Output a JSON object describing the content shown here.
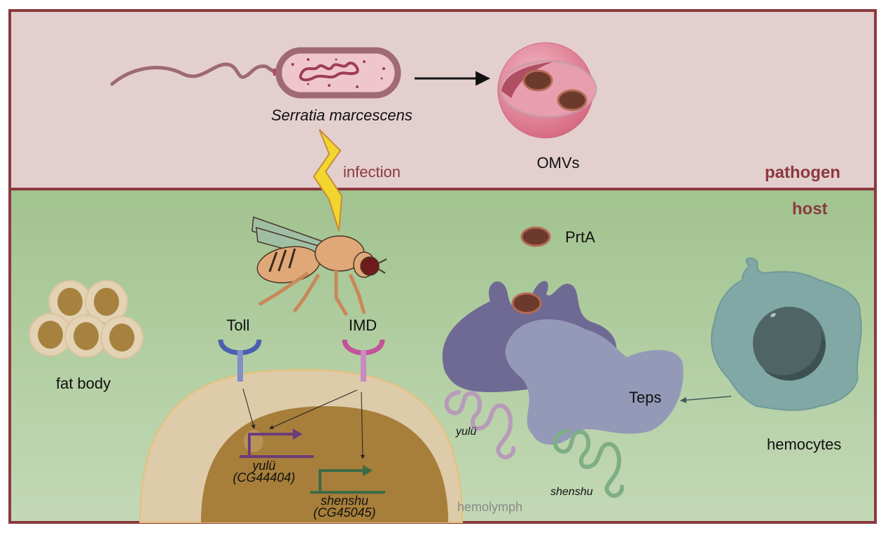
{
  "figure": {
    "pathogen_panel": {
      "title": "pathogen",
      "organism": "Serratia marcescens",
      "vesicles": "OMVs",
      "infection": "infection",
      "background_color": "#e4cfcf",
      "border_color": "#8b3a3e"
    },
    "host_panel": {
      "title": "host",
      "fat_body": "fat body",
      "receptors": [
        {
          "name": "Toll",
          "color": "#4a5fb0"
        },
        {
          "name": "IMD",
          "color": "#c4519a"
        }
      ],
      "genes_nucleus": [
        {
          "name": "yulü",
          "id": "(CG44404)",
          "color": "#6a3d7a"
        },
        {
          "name": "shenshu",
          "id": "(CG45045)",
          "color": "#3d6a45"
        }
      ],
      "protease": "PrtA",
      "teps": "Teps",
      "hemocytes": "hemocytes",
      "hemolymph": "hemolymph",
      "peptides": [
        {
          "name": "yulü",
          "color": "#b89ab9"
        },
        {
          "name": "shenshu",
          "color": "#7fae86"
        }
      ],
      "background_color": "#a1c38f"
    }
  }
}
